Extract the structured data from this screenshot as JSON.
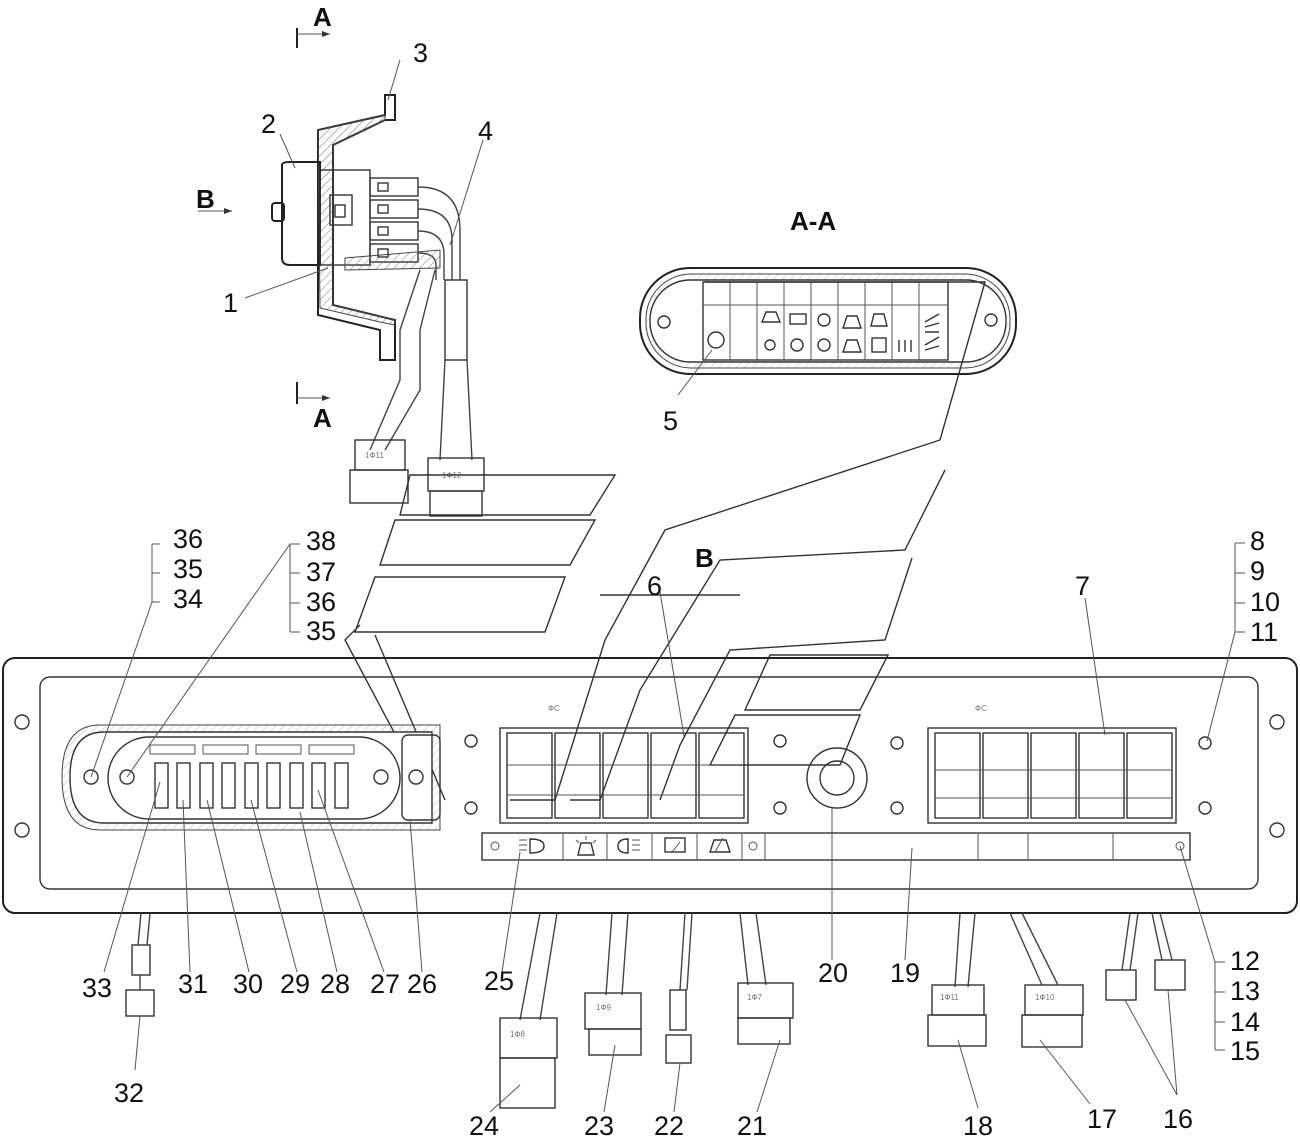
{
  "view_labels": {
    "section_a_top": "A",
    "section_a_bottom": "A",
    "section_aa_title": "A-A",
    "view_b_arrow": "B",
    "view_b_label": "B"
  },
  "callouts": {
    "n1": "1",
    "n2": "2",
    "n3": "3",
    "n4": "4",
    "n5": "5",
    "n6": "6",
    "n7": "7",
    "n8": "8",
    "n9": "9",
    "n10": "10",
    "n11": "11",
    "n12": "12",
    "n13": "13",
    "n14": "14",
    "n15": "15",
    "n16": "16",
    "n17": "17",
    "n18": "18",
    "n19": "19",
    "n20": "20",
    "n21": "21",
    "n22": "22",
    "n23": "23",
    "n24": "24",
    "n25": "25",
    "n26": "26",
    "n27": "27",
    "n28": "28",
    "n29": "29",
    "n30": "30",
    "n31": "31",
    "n32": "32",
    "n33": "33",
    "n34": "34",
    "n35a": "35",
    "n36a": "36",
    "n35b": "35",
    "n36b": "36",
    "n37": "37",
    "n38": "38"
  },
  "colors": {
    "line": "#222222",
    "hatch": "#888888",
    "background": "#ffffff"
  },
  "icons": {
    "indicator_panel": [
      "headlight-icon",
      "hazard-icon",
      "fog-light-icon",
      "wiper-icon",
      "washer-icon",
      "heater-icon",
      "beacon-icon",
      "rear-defrost-icon",
      "work-light-icon"
    ],
    "legend_strip": [
      "low-beam-icon",
      "beacon-icon",
      "high-beam-icon",
      "rear-wiper-icon",
      "front-wiper-icon"
    ]
  }
}
